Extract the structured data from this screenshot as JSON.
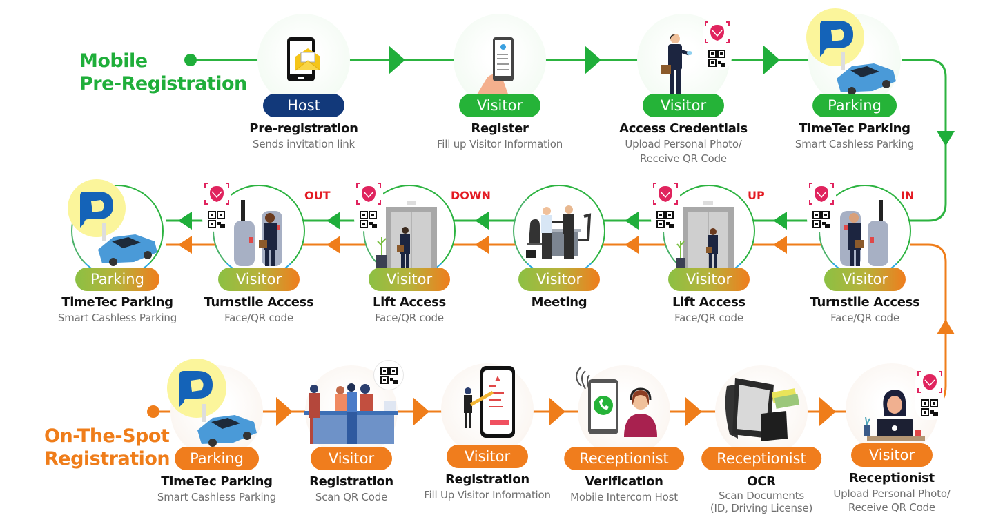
{
  "diagram": {
    "colors": {
      "pre_registration": "#1fae3a",
      "on_the_spot": "#ef7d1a",
      "host_pill": "#12397a",
      "direction_label": "#e31b23",
      "shared_ring_top": "#2cb340",
      "shared_ring_bottom": "#2aa9dd"
    },
    "flows": {
      "pre_registration": {
        "title_line1": "Mobile",
        "title_line2": "Pre-Registration",
        "steps": [
          {
            "role": "Host",
            "title": "Pre-registration",
            "subtitle": "Sends invitation link",
            "icon": "phone-envelope-icon"
          },
          {
            "role": "Visitor",
            "title": "Register",
            "subtitle": "Fill up Visitor Information",
            "icon": "hand-phone-form-icon"
          },
          {
            "role": "Visitor",
            "title": "Access Credentials",
            "subtitle_line1": "Upload Personal Photo/",
            "subtitle_line2": "Receive QR Code",
            "icon": "businessman-phone-icon"
          },
          {
            "role": "Parking",
            "title": "TimeTec Parking",
            "subtitle": "Smart Cashless Parking",
            "icon": "parking-car-icon"
          }
        ]
      },
      "shared": {
        "steps": [
          {
            "role": "Visitor",
            "title": "Turnstile Access",
            "subtitle": "Face/QR code",
            "direction": "IN",
            "icon": "turnstile-icon"
          },
          {
            "role": "Visitor",
            "title": "Lift Access",
            "subtitle": "Face/QR code",
            "direction": "UP",
            "icon": "elevator-icon"
          },
          {
            "role": "Visitor",
            "title": "Meeting",
            "subtitle": "",
            "icon": "handshake-meeting-icon"
          },
          {
            "role": "Visitor",
            "title": "Lift Access",
            "subtitle": "Face/QR code",
            "direction": "DOWN",
            "icon": "elevator-icon"
          },
          {
            "role": "Visitor",
            "title": "Turnstile Access",
            "subtitle": "Face/QR code",
            "direction": "OUT",
            "icon": "turnstile-icon"
          },
          {
            "role": "Parking",
            "title": "TimeTec Parking",
            "subtitle": "Smart Cashless Parking",
            "icon": "parking-car-icon"
          }
        ]
      },
      "on_the_spot": {
        "title_line1": "On-The-Spot",
        "title_line2": "Registration",
        "steps": [
          {
            "role": "Parking",
            "title": "TimeTec Parking",
            "subtitle": "Smart Cashless Parking",
            "icon": "parking-car-icon"
          },
          {
            "role": "Visitor",
            "title": "Registration",
            "subtitle": "Scan QR Code",
            "icon": "reception-desk-icon"
          },
          {
            "role": "Visitor",
            "title": "Registration",
            "subtitle": "Fill Up Visitor Information",
            "icon": "phone-form-pencil-icon"
          },
          {
            "role": "Receptionist",
            "title": "Verification",
            "subtitle": "Mobile Intercom Host",
            "icon": "intercom-call-icon"
          },
          {
            "role": "Receptionist",
            "title": "OCR",
            "subtitle_line1": "Scan Documents",
            "subtitle_line2": "(ID, Driving License)",
            "icon": "ocr-scanner-icon"
          },
          {
            "role": "Visitor",
            "title": "Receptionist",
            "subtitle_line1": "Upload Personal Photo/",
            "subtitle_line2": "Receive QR Code",
            "icon": "laptop-user-icon"
          }
        ]
      }
    }
  }
}
